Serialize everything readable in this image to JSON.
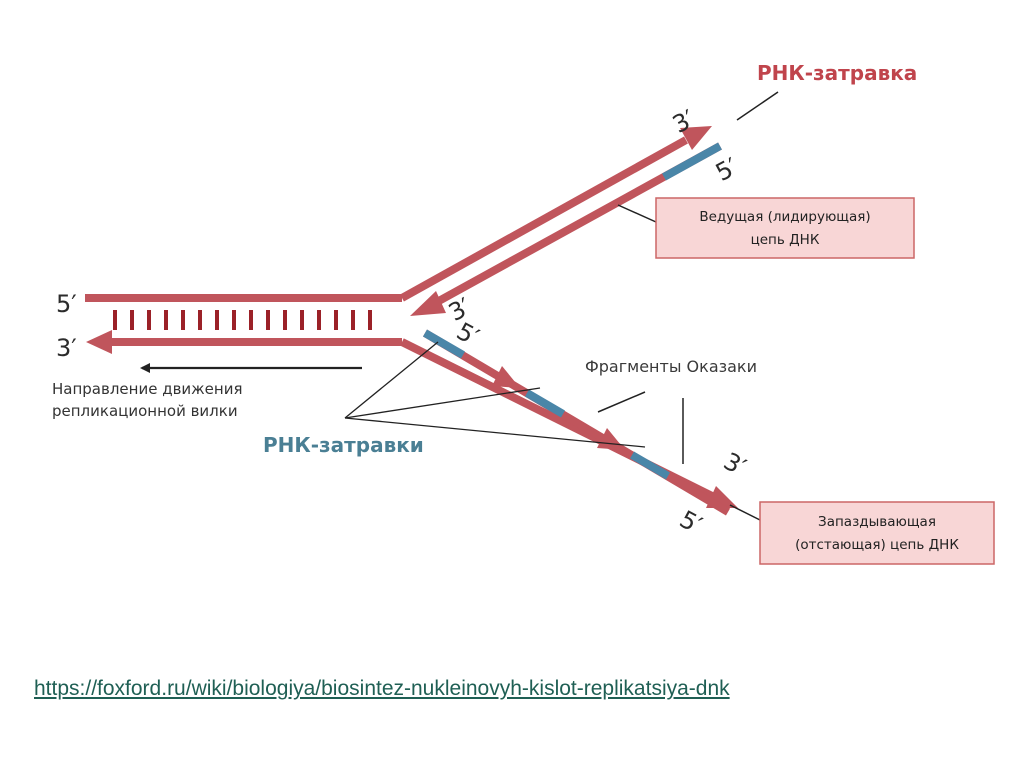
{
  "colors": {
    "strand": "#c0555c",
    "primer": "#4a86a8",
    "primer_label": "#4a7f94",
    "primer_label_top": "#c0444c",
    "box_fill": "#f8d6d6",
    "box_border": "#cc6666",
    "pointer": "#222222",
    "link": "#1f5f54"
  },
  "labels": {
    "parent_left_top": "5′",
    "parent_left_bottom": "3′",
    "leading_end_3": "3′",
    "leading_end_5": "5′",
    "leading_inner_3": "3′",
    "lagging_inner_5": "5′",
    "lagging_end_3": "3′",
    "lagging_end_5": "5′"
  },
  "rna_primer_top": "РНК-затравка",
  "rna_primers": "РНК-затравки",
  "okazaki": "Фрагменты Оказаки",
  "direction": {
    "line1": "Направление движения",
    "line2": "репликационной вилки"
  },
  "leading_box": {
    "line1": "Ведущая (лидирующая)",
    "line2": "цепь ДНК"
  },
  "lagging_box": {
    "line1": "Запаздывающая",
    "line2": "(отстающая) цепь ДНК"
  },
  "source_url": "https://foxford.ru/wiki/biologiya/biosintez-nukleinovyh-kislot-replikatsiya-dnk"
}
